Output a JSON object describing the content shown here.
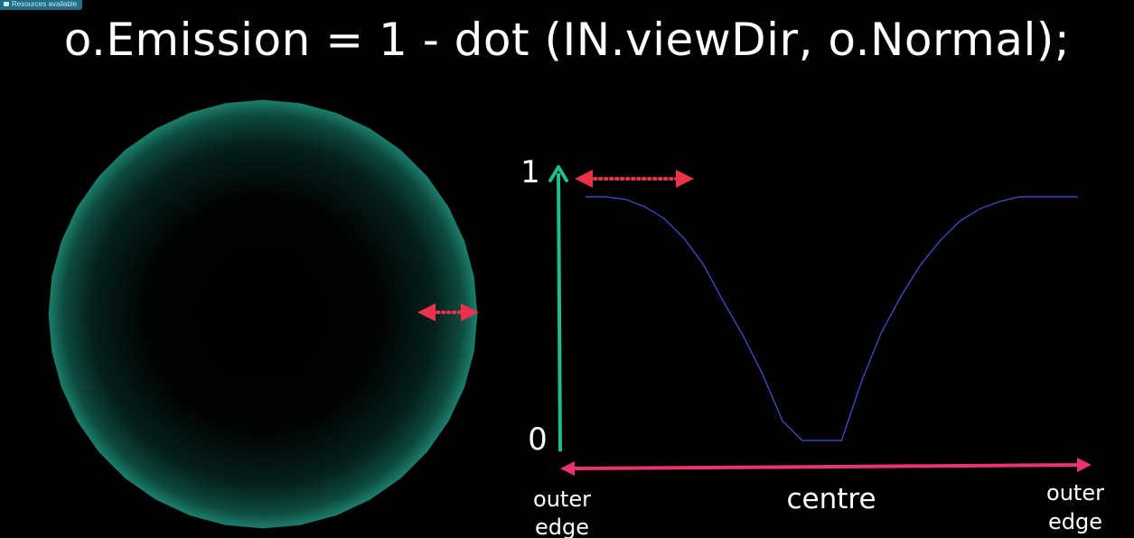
{
  "badge": {
    "label": "Resources available"
  },
  "title": "o.Emission =  1 - dot (IN.viewDir, o.Normal);",
  "colors": {
    "background": "#000000",
    "sphere_rim": "#1a7a67",
    "y_axis_arrow": "#1fbf86",
    "x_axis_arrow": "#e8336f",
    "curve": "#3f57d6",
    "rim_marker": "#e8334a"
  },
  "diagram": {
    "y_axis": {
      "top_label": "1",
      "bottom_label": "0"
    },
    "x_axis": {
      "left_label": [
        "outer",
        "edge"
      ],
      "centre_label": "centre",
      "right_label": [
        "outer",
        "edge"
      ]
    }
  },
  "chart_data": {
    "type": "line",
    "x": [
      0,
      0.04,
      0.08,
      0.12,
      0.16,
      0.2,
      0.24,
      0.28,
      0.32,
      0.36,
      0.4,
      0.44,
      0.48,
      0.5,
      0.52,
      0.56,
      0.6,
      0.64,
      0.68,
      0.72,
      0.76,
      0.8,
      0.84,
      0.88,
      0.92,
      0.96,
      1.0
    ],
    "y": [
      1.0,
      1.0,
      0.99,
      0.96,
      0.91,
      0.83,
      0.72,
      0.57,
      0.43,
      0.27,
      0.08,
      0.0,
      0.0,
      0.0,
      0.0,
      0.24,
      0.44,
      0.59,
      0.72,
      0.82,
      0.9,
      0.95,
      0.98,
      1.0,
      1.0,
      1.0,
      1.0
    ],
    "ylim": [
      0,
      1
    ],
    "grid": false
  }
}
